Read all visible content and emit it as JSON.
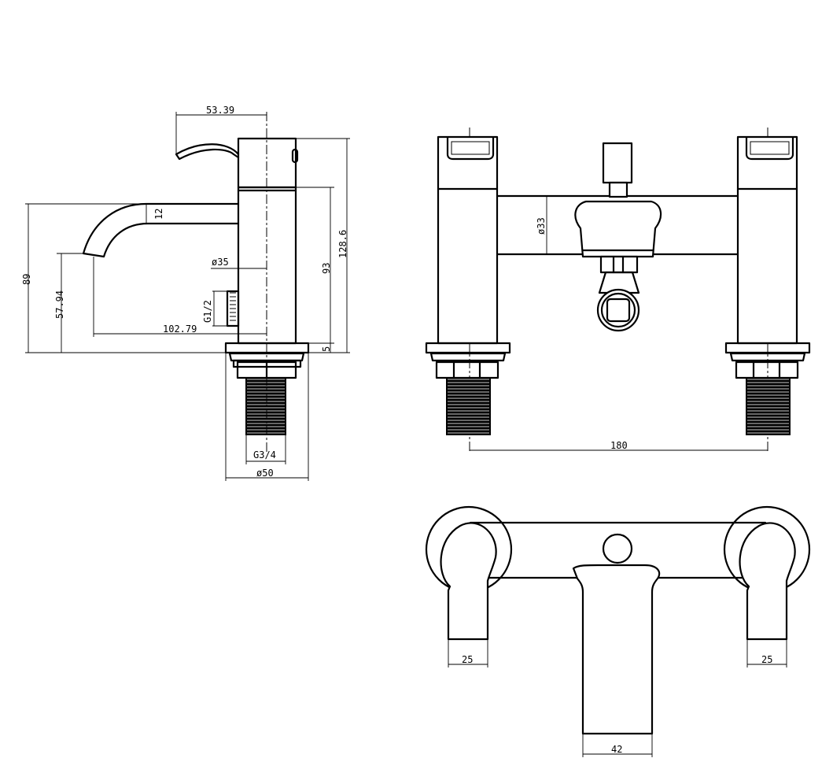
{
  "dimensions": {
    "side_view": {
      "spout_reach": "53.39",
      "spout_thickness": "12",
      "height": "89",
      "outlet_height": "57.94",
      "body_diameter": "ø35",
      "hose_connection": "G1/2",
      "spout_projection": "102.79",
      "body_height": "93",
      "overall_height": "128.6",
      "base_thickness": "5",
      "inlet_thread": "G3/4",
      "base_diameter": "ø50"
    },
    "front_view": {
      "diverter_diameter": "ø33",
      "centres": "180"
    },
    "top_view": {
      "left_handle_width": "25",
      "right_handle_width": "25",
      "spout_width": "42"
    }
  }
}
